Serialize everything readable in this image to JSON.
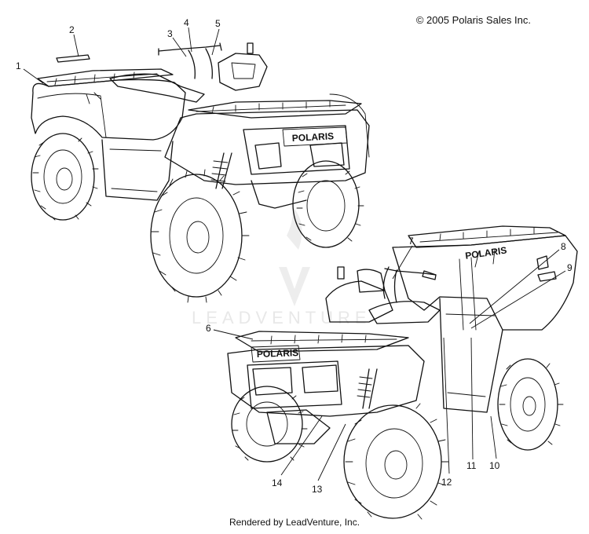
{
  "copyright": "© 2005 Polaris Sales Inc.",
  "footer": "Rendered by LeadVenture, Inc.",
  "watermark": "LEADVENTURE",
  "vehicle_brand": "POLARIS",
  "callouts": [
    "1",
    "2",
    "3",
    "4",
    "5",
    "6",
    "7",
    "8",
    "9",
    "10",
    "11",
    "12",
    "13",
    "14"
  ]
}
